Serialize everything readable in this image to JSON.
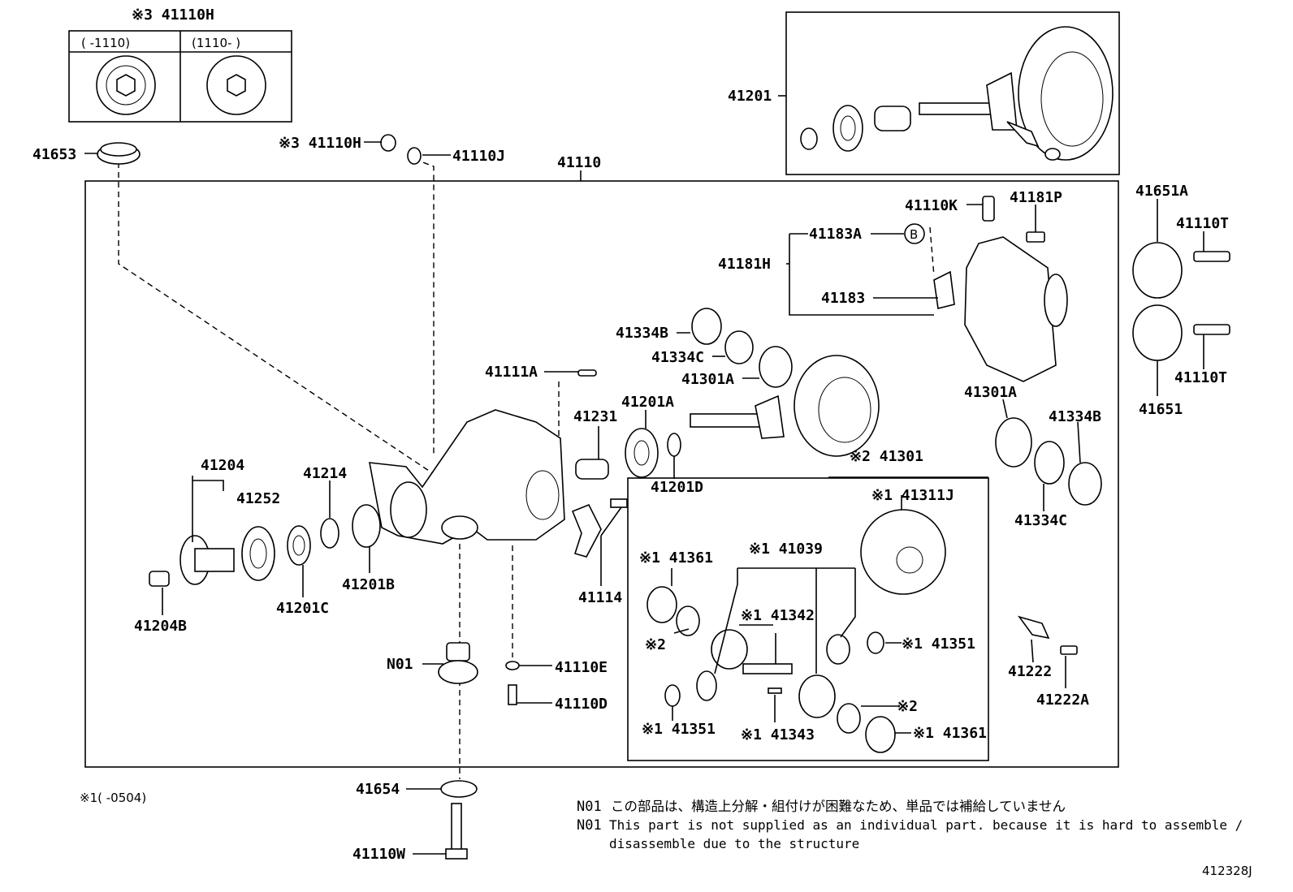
{
  "diagram_id": "412328J",
  "inset_top_left": {
    "title": "※3 41110H",
    "col_left": "(      -1110)",
    "col_right": "(1110-       )"
  },
  "parts": {
    "p41653": "41653",
    "p41110H": "※3 41110H",
    "p41110J": "41110J",
    "p41110": "41110",
    "p41201": "41201",
    "p41651A": "41651A",
    "p41110T_a": "41110T",
    "p41110T_b": "41110T",
    "p41651": "41651",
    "p41110K": "41110K",
    "p41181P": "41181P",
    "p41183A": "41183A",
    "p41181H": "41181H",
    "p41183": "41183",
    "circle_B": "B",
    "p41334B_a": "41334B",
    "p41334C_a": "41334C",
    "p41301A_a": "41301A",
    "p41111A": "41111A",
    "p41231": "41231",
    "p41201A": "41201A",
    "p41201D": "41201D",
    "p41301A_b": "41301A",
    "p41334B_b": "41334B",
    "p41334C_b": "41334C",
    "p41301": "※2 41301",
    "p41311J": "※1 41311J",
    "p41204": "41204",
    "p41252": "41252",
    "p41214": "41214",
    "p41201B": "41201B",
    "p41201C": "41201C",
    "p41204B": "41204B",
    "p41114": "41114",
    "p41361_a": "※1 41361",
    "p41039": "※1 41039",
    "p41342": "※1 41342",
    "mark2_a": "※2",
    "p41351_a": "※1 41351",
    "p41222": "41222",
    "p41222A": "41222A",
    "pN01": "N01",
    "p41110E": "41110E",
    "p41110D": "41110D",
    "p41351_b": "※1 41351",
    "p41343": "※1 41343",
    "mark2_b": "※2",
    "p41361_b": "※1 41361",
    "p41654": "41654",
    "p41110W": "41110W"
  },
  "footnote_1": "※1(      -0504)",
  "notes": {
    "n1_code": "N01",
    "n1_jp": "この部品は、構造上分解・組付けが困難なため、単品では補給していません",
    "n2_code": "N01",
    "n2_en_line1": "This part is not supplied as an individual part. because it is hard to assemble /",
    "n2_en_line2": "disassemble due to the structure"
  }
}
